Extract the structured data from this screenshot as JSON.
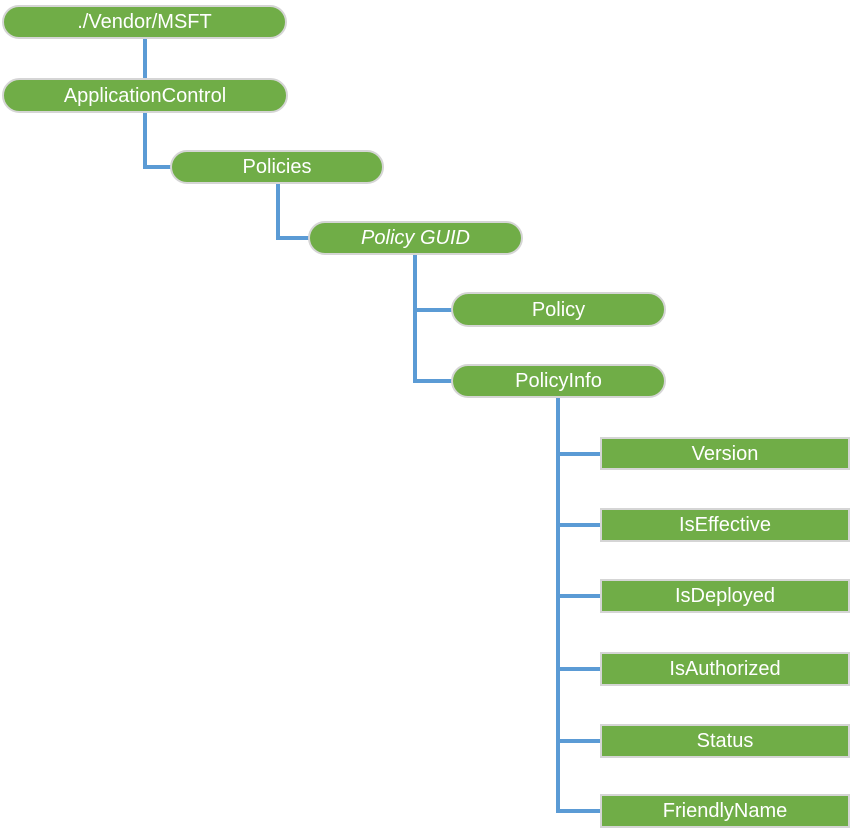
{
  "diagram": {
    "type": "tree",
    "nodes": [
      {
        "id": "vendor-msft",
        "label": "./Vendor/MSFT",
        "shape": "rounded",
        "parent": null
      },
      {
        "id": "application-control",
        "label": "ApplicationControl",
        "shape": "rounded",
        "parent": "vendor-msft"
      },
      {
        "id": "policies",
        "label": "Policies",
        "shape": "rounded",
        "parent": "application-control"
      },
      {
        "id": "policy-guid",
        "label": "Policy GUID",
        "shape": "rounded",
        "style": "italic",
        "parent": "policies"
      },
      {
        "id": "policy",
        "label": "Policy",
        "shape": "rounded",
        "parent": "policy-guid"
      },
      {
        "id": "policy-info",
        "label": "PolicyInfo",
        "shape": "rounded",
        "parent": "policy-guid"
      },
      {
        "id": "version",
        "label": "Version",
        "shape": "rect",
        "parent": "policy-info"
      },
      {
        "id": "is-effective",
        "label": "IsEffective",
        "shape": "rect",
        "parent": "policy-info"
      },
      {
        "id": "is-deployed",
        "label": "IsDeployed",
        "shape": "rect",
        "parent": "policy-info"
      },
      {
        "id": "is-authorized",
        "label": "IsAuthorized",
        "shape": "rect",
        "parent": "policy-info"
      },
      {
        "id": "status",
        "label": "Status",
        "shape": "rect",
        "parent": "policy-info"
      },
      {
        "id": "friendly-name",
        "label": "FriendlyName",
        "shape": "rect",
        "parent": "policy-info"
      }
    ],
    "colors": {
      "node_fill": "#70AD47",
      "node_border": "#D5D5D5",
      "connector": "#5B9BD5",
      "text": "#FFFFFF",
      "background": "#FFFFFF"
    }
  }
}
